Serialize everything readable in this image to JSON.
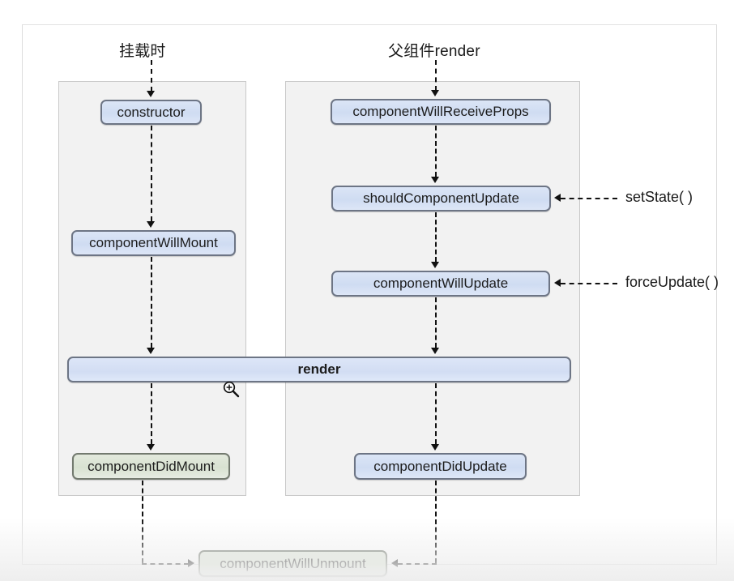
{
  "diagram": {
    "title_mount_phase": "挂载时",
    "title_update_phase": "父组件render",
    "nodes": {
      "constructor": "constructor",
      "component_will_mount": "componentWillMount",
      "component_did_mount": "componentDidMount",
      "component_will_receive_props": "componentWillReceiveProps",
      "should_component_update": "shouldComponentUpdate",
      "component_will_update": "componentWillUpdate",
      "component_did_update": "componentDidUpdate",
      "render": "render",
      "component_will_unmount": "componentWillUnmount"
    },
    "triggers": {
      "set_state": "setState( )",
      "force_update": "forceUpdate( )"
    },
    "colors": {
      "node_blue_fill": "#d2ddf3",
      "node_green_fill": "#d8e2d1",
      "node_border": "#6d7585",
      "panel_fill": "#f2f2f2",
      "panel_border": "#c9c9c9",
      "connector": "#111111"
    },
    "cursor": "zoom-in-magnifier-cursor"
  }
}
